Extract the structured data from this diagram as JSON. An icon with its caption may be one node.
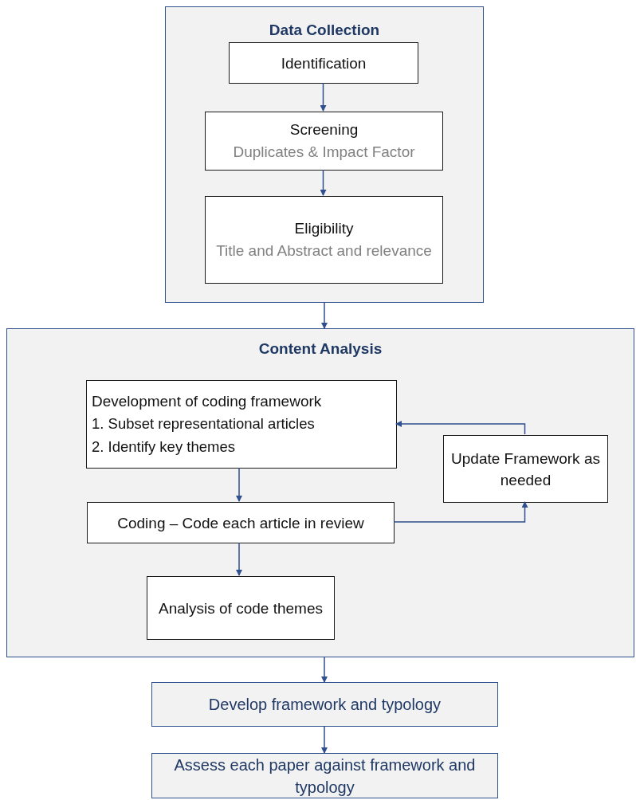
{
  "diagram": {
    "nodes": [
      {
        "text": [
          "Data Collection"
        ]
      },
      {
        "text": [
          "Identification"
        ],
        "in": 0
      },
      {
        "text": [
          "Screening",
          "Duplicates & Impact Factor"
        ],
        "in": 0
      },
      {
        "text": [
          "Eligibility",
          "Title and Abstract and relevance"
        ],
        "in": 0
      },
      {
        "text": [
          "Content Analysis"
        ]
      },
      {
        "text": [
          "Development of coding framework",
          "1. Subset representational articles",
          "2. Identify key themes"
        ],
        "in": 4
      },
      {
        "text": [
          "Update Framework as needed"
        ],
        "in": 4
      },
      {
        "text": [
          "Coding – Code each article in review"
        ],
        "in": 4
      },
      {
        "text": [
          "Analysis of code themes"
        ],
        "in": 4
      },
      {
        "text": [
          "Develop framework and typology"
        ]
      },
      {
        "text": [
          "Assess each paper against framework and typology"
        ]
      }
    ],
    "edges": [
      {
        "from": 1,
        "to": 2,
        "arrow": "to"
      },
      {
        "from": 2,
        "to": 3,
        "arrow": "to"
      },
      {
        "from": 0,
        "to": 4,
        "arrow": "to"
      },
      {
        "from": 5,
        "to": 7,
        "arrow": "to"
      },
      {
        "from": 7,
        "to": 6,
        "arrow": "to"
      },
      {
        "from": 6,
        "to": 5,
        "arrow": "to"
      },
      {
        "from": 7,
        "to": 8,
        "arrow": "to"
      },
      {
        "from": 4,
        "to": 9,
        "arrow": "to"
      },
      {
        "from": 9,
        "to": 10,
        "arrow": "to"
      }
    ]
  }
}
